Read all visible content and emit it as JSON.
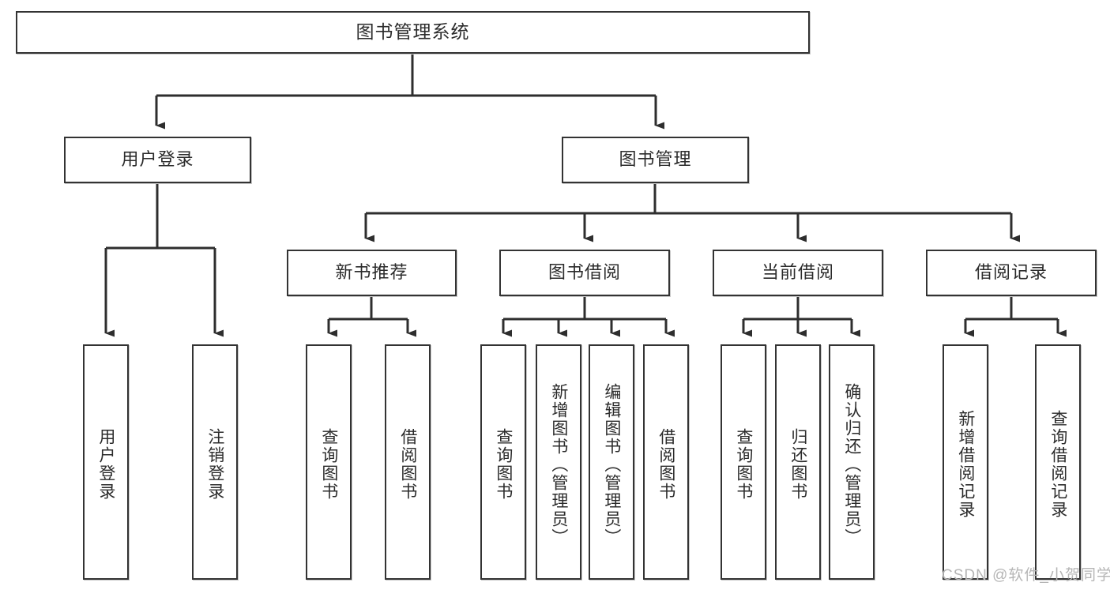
{
  "diagram": {
    "title": "图书管理系统",
    "type": "tree-hierarchy-chart",
    "root": {
      "label": "图书管理系统"
    },
    "level2": [
      {
        "label": "用户登录"
      },
      {
        "label": "图书管理"
      }
    ],
    "level3": [
      {
        "label": "新书推荐"
      },
      {
        "label": "图书借阅"
      },
      {
        "label": "当前借阅"
      },
      {
        "label": "借阅记录"
      }
    ],
    "leaves_user_login": [
      {
        "label": "用户登录"
      },
      {
        "label": "注销登录"
      }
    ],
    "leaves_new_book": [
      {
        "label": "查询图书"
      },
      {
        "label": "借阅图书"
      }
    ],
    "leaves_book_borrow": [
      {
        "label": "查询图书"
      },
      {
        "label": "新增图书（管理员）"
      },
      {
        "label": "编辑图书（管理员）"
      },
      {
        "label": "借阅图书"
      }
    ],
    "leaves_current_borrow": [
      {
        "label": "查询图书"
      },
      {
        "label": "归还图书"
      },
      {
        "label": "确认归还（管理员）"
      }
    ],
    "leaves_borrow_record": [
      {
        "label": "新增借阅记录"
      },
      {
        "label": "查询借阅记录"
      }
    ]
  },
  "watermark": {
    "text": "CSDN @软件_小贺同学"
  },
  "colors": {
    "border": "#333333",
    "text": "#2b2b2b",
    "background": "#ffffff",
    "wire": "#2e2e2e",
    "watermark": "#b5b5b5"
  }
}
